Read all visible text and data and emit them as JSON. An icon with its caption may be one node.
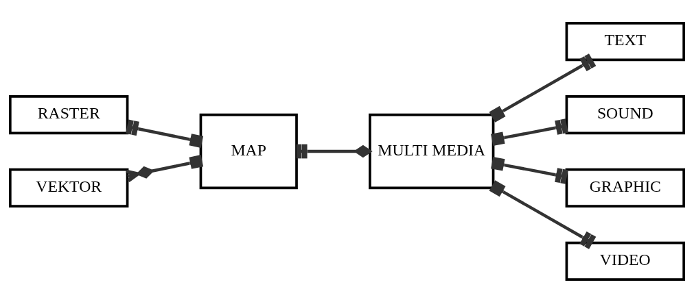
{
  "diagram": {
    "nodes": [
      {
        "text": [
          "RASTER"
        ]
      },
      {
        "text": [
          "VEKTOR"
        ]
      },
      {
        "text": [
          "MAP"
        ]
      },
      {
        "text": [
          "MULTI MEDIA"
        ]
      },
      {
        "text": [
          "TEXT"
        ]
      },
      {
        "text": [
          "SOUND"
        ]
      },
      {
        "text": [
          "GRAPHIC"
        ]
      },
      {
        "text": [
          "VIDEO"
        ]
      }
    ],
    "edges": [
      {
        "from": 0,
        "to": 2,
        "arrow": "other"
      },
      {
        "from": 1,
        "to": 2,
        "arrow": "other"
      },
      {
        "from": 2,
        "to": 3,
        "arrow": "other"
      },
      {
        "from": 3,
        "to": 4,
        "arrow": "other"
      },
      {
        "from": 3,
        "to": 5,
        "arrow": "other"
      },
      {
        "from": 3,
        "to": 6,
        "arrow": "other"
      },
      {
        "from": 3,
        "to": 7,
        "arrow": "other"
      }
    ]
  }
}
